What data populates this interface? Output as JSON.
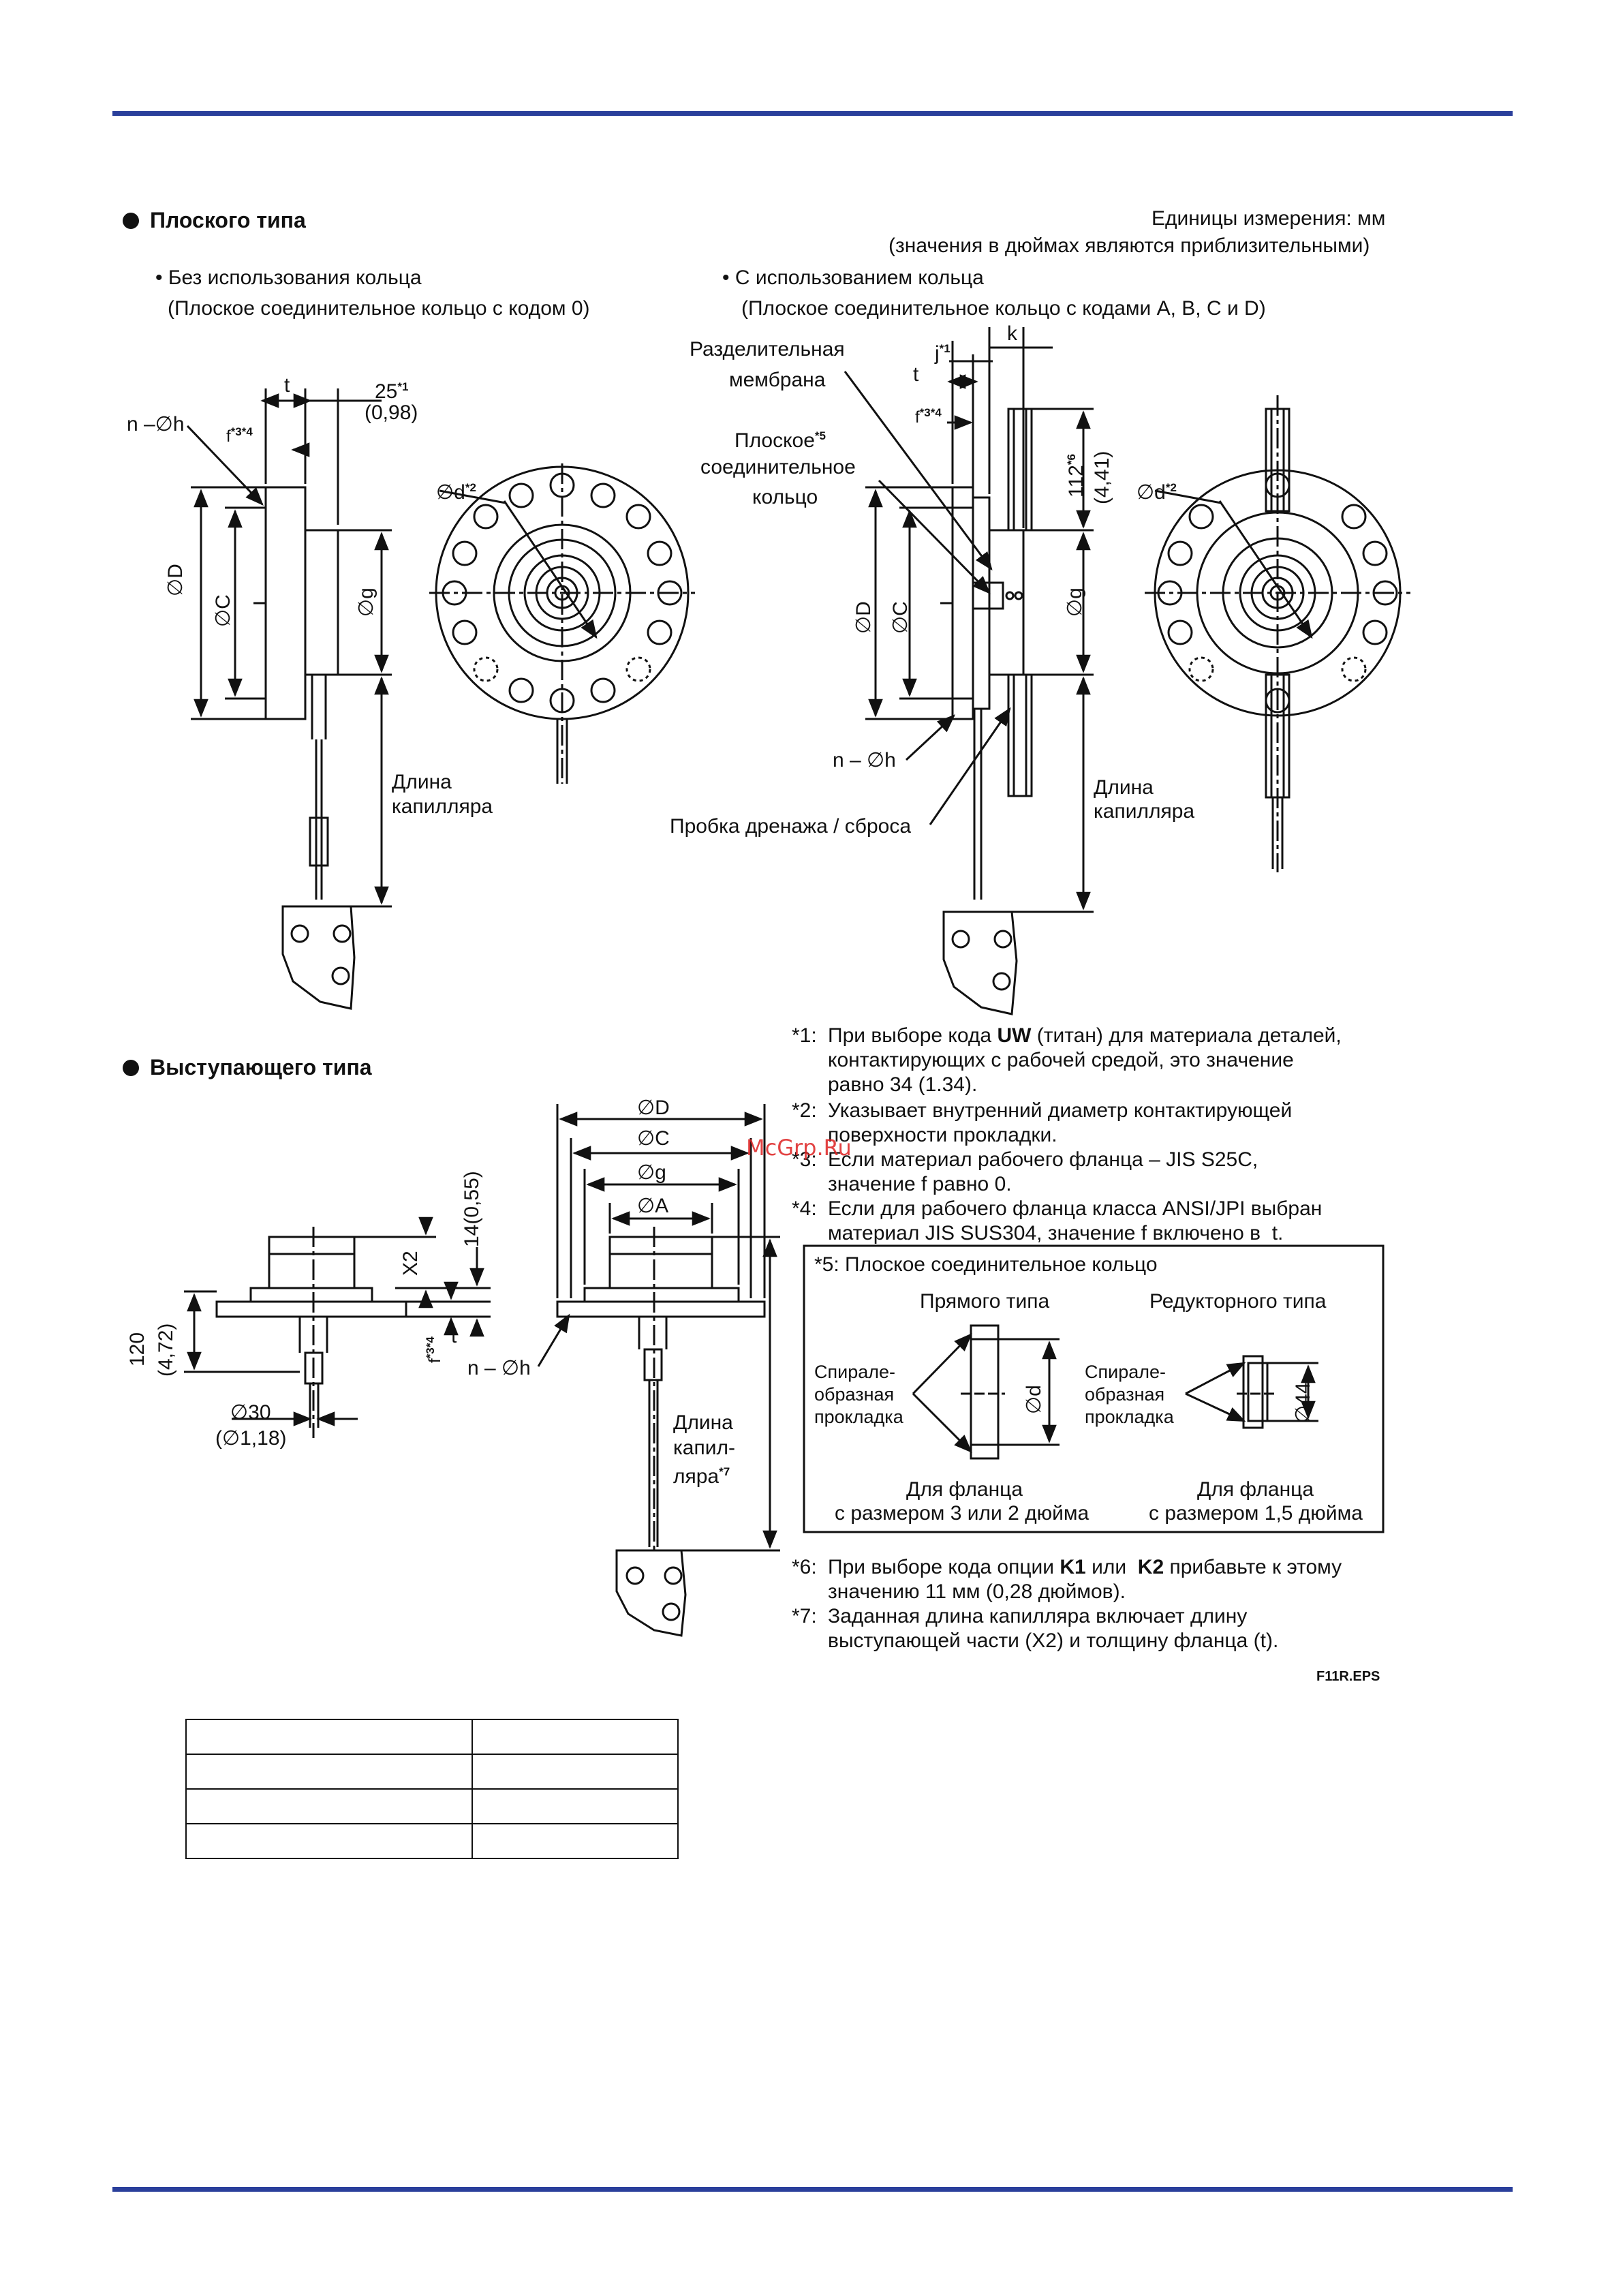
{
  "section_flat": {
    "title": "Плоского типа"
  },
  "units": {
    "line1": "Единицы измерения: мм",
    "line2": "(значения в дюймах являются приблизительными)"
  },
  "without_ring": {
    "heading": "• Без использования кольца",
    "sub": "(Плоское соединительное кольцо с кодом 0)"
  },
  "with_ring": {
    "heading": "• С использованием кольца",
    "sub": "(Плоское соединительное кольцо с кодами A, B, C и D)"
  },
  "labels_left": {
    "t": "t",
    "dim25": "25",
    "sup1": "*1",
    "dim098": "(0,98)",
    "n_h": "n –∅h",
    "f": "f",
    "sup34": "*3*4",
    "d": "∅d",
    "sup2": "*2",
    "D": "∅D",
    "C": "∅C",
    "g": "∅g",
    "cap1": "Длина",
    "cap2": "капилляра"
  },
  "labels_right": {
    "membrane1": "Разделительная",
    "membrane2": "мембрана",
    "j": "j",
    "sup1": "*1",
    "k": "k",
    "t": "t",
    "f": "f",
    "sup34": "*3*4",
    "ring1": "Плоское",
    "sup5": "*5",
    "ring2": "соединительное",
    "ring3": "кольцо",
    "dim112": "112",
    "sup6": "*6",
    "dim441": "(4,41)",
    "d": "∅d",
    "sup2": "*2",
    "D": "∅D",
    "C": "∅C",
    "g": "∅g",
    "n_h": "n – ∅h",
    "drain": "Пробка дренажа / сброса",
    "cap1": "Длина",
    "cap2": "капилляра"
  },
  "section_protruding": {
    "title": "Выступающего типа"
  },
  "labels_protruding": {
    "D": "∅D",
    "C": "∅C",
    "g": "∅g",
    "A": "∅A",
    "dim14": "14(0,55)",
    "X2": "X2",
    "dim120": "120",
    "dim472": "(4,72)",
    "f": "f",
    "sup34": "*3*4",
    "t": "t",
    "n_h": "n – ∅h",
    "dia30": "∅30",
    "dia118": "(∅1,18)",
    "cap1": "Длина",
    "cap2": "капил-",
    "cap3": "ляра",
    "sup7": "*7"
  },
  "notes": [
    {
      "mark": "*1:",
      "l1_pre": "При выборе кода ",
      "l1_bold": "UW",
      "l1_post": " (титан) для материала деталей,",
      "l2": "контактирующих с рабочей средой, это значение",
      "l3": "равно 34 (1.34)."
    },
    {
      "mark": "*2:",
      "l1": "Указывает внутренний диаметр контактирующей",
      "l2": "поверхности прокладки."
    },
    {
      "mark": "*3:",
      "l1": "Если материал рабочего фланца – JIS S25C,",
      "l2": "значение f равно 0."
    },
    {
      "mark": "*4:",
      "l1": "Если для рабочего фланца класса ANSI/JPI выбран",
      "l2": "материал JIS SUS304, значение f включено в  t."
    }
  ],
  "box5": {
    "title": "*5: Плоское соединительное кольцо",
    "straight": "Прямого типа",
    "reducer": "Редукторного типа",
    "gasket1": "Спирале-",
    "gasket2": "образная",
    "gasket3": "прокладка",
    "d": "∅d",
    "d44": "∅44",
    "flange1": "Для фланца",
    "flange_straight": "с размером 3 или 2 дюйма",
    "flange_reducer": "с размером 1,5 дюйма"
  },
  "notes_bottom": [
    {
      "mark": "*6:",
      "l1_pre": "При выборе кода опции ",
      "b1": "K1",
      "mid": " или  ",
      "b2": "K2",
      "l1_post": " прибавьте к этому",
      "l2": "значению 11 мм (0,28 дюймов)."
    },
    {
      "mark": "*7:",
      "l1": "Заданная длина капилляра включает длину",
      "l2": "выступающей части (X2) и толщину фланца (t)."
    }
  ],
  "file_tag": "F11R.EPS",
  "watermark": "McGrp.Ru",
  "colors": {
    "rule": "#2a3f9b",
    "watermark": "#dd2222"
  }
}
